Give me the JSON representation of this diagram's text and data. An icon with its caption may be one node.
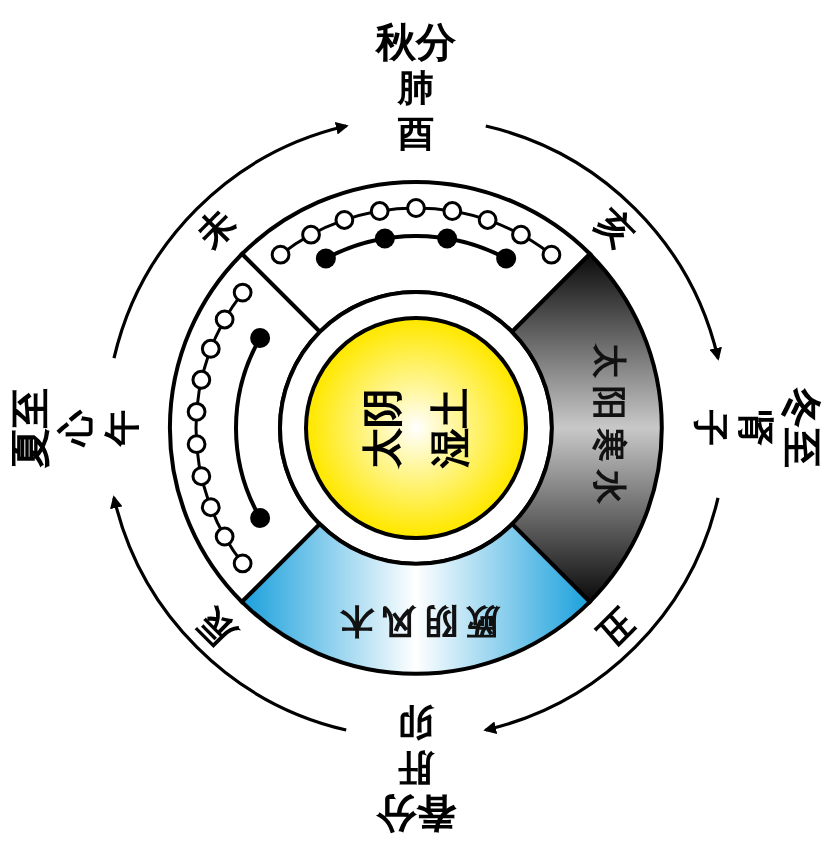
{
  "diagram": {
    "nodes": [
      {
        "text": [
          "秋分",
          "肺",
          "酉"
        ]
      },
      {
        "text": [
          "冬至",
          "肾",
          "子"
        ]
      },
      {
        "text": [
          "春分",
          "肝",
          "卯"
        ]
      },
      {
        "text": [
          "夏至",
          "心",
          "午"
        ]
      },
      {
        "text": [
          "太阴湿土"
        ]
      },
      {
        "text": [
          "太阳寒水"
        ]
      },
      {
        "text": [
          "厥阴风木"
        ]
      }
    ],
    "edges": [
      {
        "from": 3,
        "to": 0,
        "arrow": "to"
      },
      {
        "from": 0,
        "to": 1,
        "arrow": "to"
      },
      {
        "from": 1,
        "to": 2,
        "arrow": "to"
      },
      {
        "from": 2,
        "to": 3,
        "arrow": "to"
      }
    ],
    "labels": [
      "未",
      "亥",
      "丑",
      "辰"
    ]
  }
}
